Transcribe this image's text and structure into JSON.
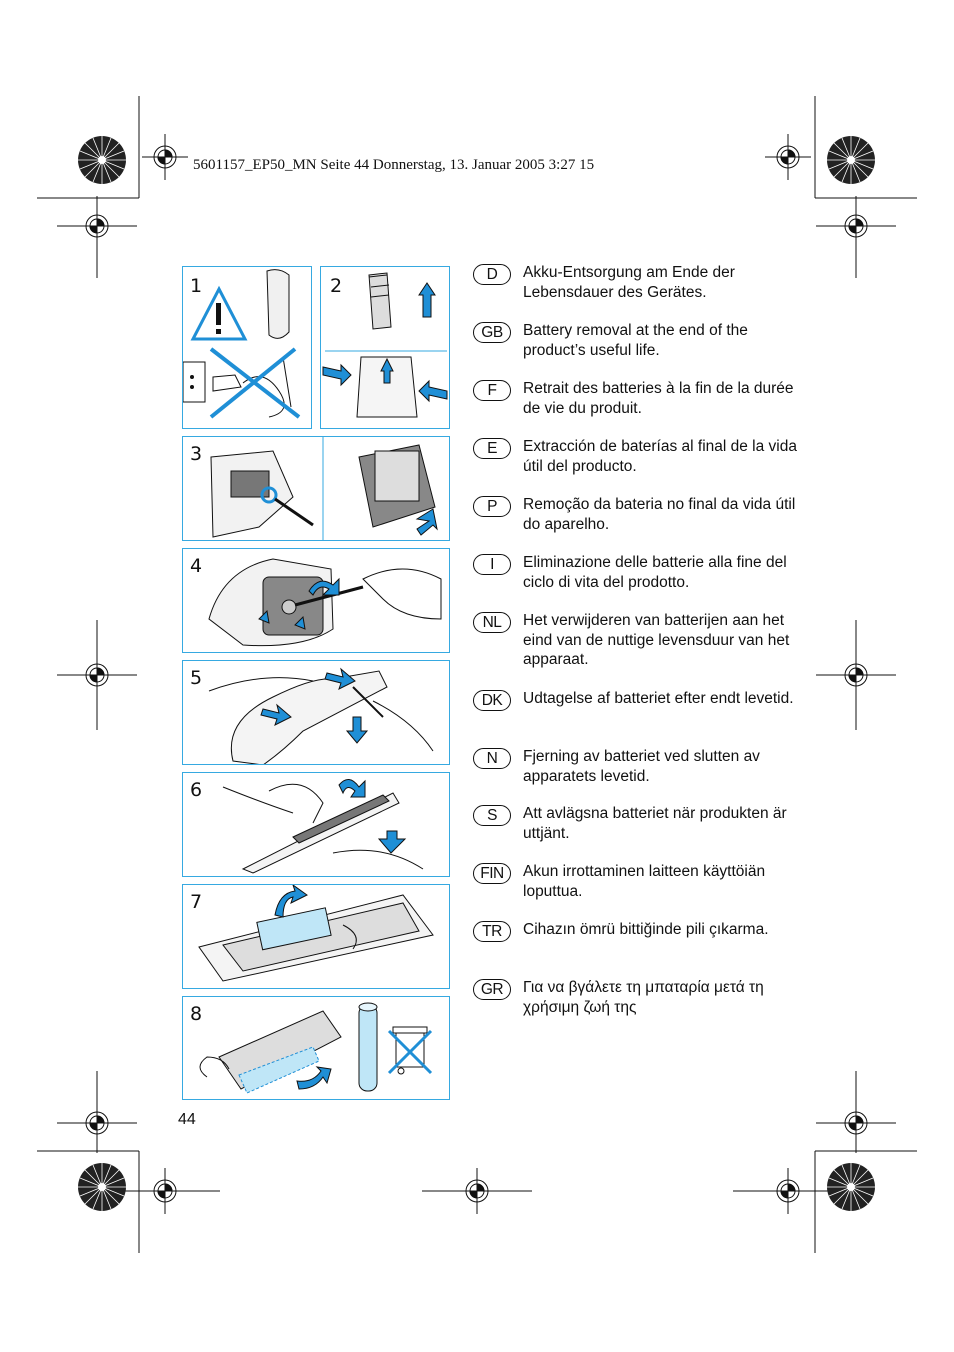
{
  "header": {
    "slug": "5601157_EP50_MN  Seite 44  Donnerstag, 13. Januar 2005  3:27 15"
  },
  "colors": {
    "accent": "#36a9e1",
    "ink": "#111111",
    "warning_blue": "#1f8fd6"
  },
  "steps": [
    {
      "label": "1"
    },
    {
      "label": "2"
    },
    {
      "label": "3"
    },
    {
      "label": "4"
    },
    {
      "label": "5"
    },
    {
      "label": "6"
    },
    {
      "label": "7"
    },
    {
      "label": "8"
    }
  ],
  "languages": [
    {
      "code": "D",
      "text": "Akku-Entsorgung am Ende der Lebensdauer des Gerätes."
    },
    {
      "code": "GB",
      "text": "Battery removal at the end of the product’s useful life."
    },
    {
      "code": "F",
      "text": "Retrait des batteries à la fin de la durée de vie du produit."
    },
    {
      "code": "E",
      "text": "Extracción de baterías al final de la vida útil del producto."
    },
    {
      "code": "P",
      "text": "Remoção da bateria no final da vida útil do aparelho."
    },
    {
      "code": "I",
      "text": "Eliminazione delle batterie alla fine del ciclo di vita del prodotto."
    },
    {
      "code": "NL",
      "text": "Het verwijderen van batterijen aan het eind van de nuttige levensduur van het apparaat."
    },
    {
      "code": "DK",
      "text": "Udtagelse af batteriet efter endt levetid."
    },
    {
      "code": "N",
      "text": "Fjerning av batteriet ved slutten av apparatets levetid."
    },
    {
      "code": "S",
      "text": "Att avlägsna batteriet när produkten är uttjänt."
    },
    {
      "code": "FIN",
      "text": "Akun irrottaminen laitteen käyttöiän loputtua."
    },
    {
      "code": "TR",
      "text": "Cihazın ömrü bittiğinde pili çıkarma."
    },
    {
      "code": "GR",
      "text": "Για να βγάλετε τη μπαταρία μετά τη χρήσιμη ζωή της"
    }
  ],
  "page_number": "44",
  "icons": [
    "warning-triangle-icon",
    "crossed-out-bin-icon",
    "registration-mark-icon",
    "color-wheel-icon"
  ]
}
